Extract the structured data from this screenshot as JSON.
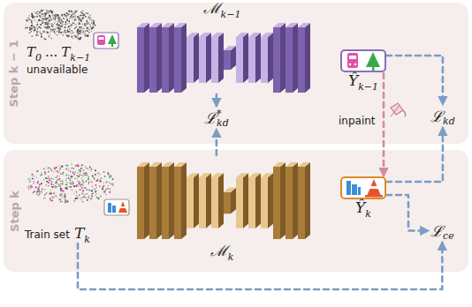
{
  "diagram": {
    "nodes": [
      {
        "text": [
          "Step k − 1"
        ]
      },
      {
        "text": [
          "ℳ",
          "k−1"
        ],
        "in": 0
      },
      {
        "text": [
          "Ŷ",
          "k−1"
        ],
        "in": 0
      },
      {
        "text": [
          "Step k"
        ]
      },
      {
        "text": [
          "Train set",
          "T",
          "k"
        ],
        "in": 3
      },
      {
        "text": [
          "ℳ",
          "k"
        ],
        "in": 3
      },
      {
        "text": [
          "Ŷ",
          "k"
        ],
        "in": 3
      },
      {
        "text": [
          "ℒ",
          "*",
          "kd"
        ]
      },
      {
        "text": [
          "ℒ",
          "kd"
        ]
      },
      {
        "text": [
          "ℒ",
          "ce"
        ]
      }
    ],
    "edges": [
      {
        "from": 1,
        "to": 7,
        "arrow": "to"
      },
      {
        "from": 5,
        "to": 7,
        "arrow": "to"
      },
      {
        "from": 2,
        "to": 8,
        "arrow": "to"
      },
      {
        "from": 6,
        "to": 8,
        "arrow": "to"
      },
      {
        "from": 6,
        "to": 9,
        "arrow": "to"
      },
      {
        "from": 4,
        "to": 9,
        "arrow": "to"
      },
      {
        "from": 2,
        "to": 6,
        "label": "inpaint",
        "arrow": "to"
      }
    ],
    "labels": [
      "T",
      "0",
      "...",
      "T",
      "k−1",
      "unavailable"
    ]
  }
}
